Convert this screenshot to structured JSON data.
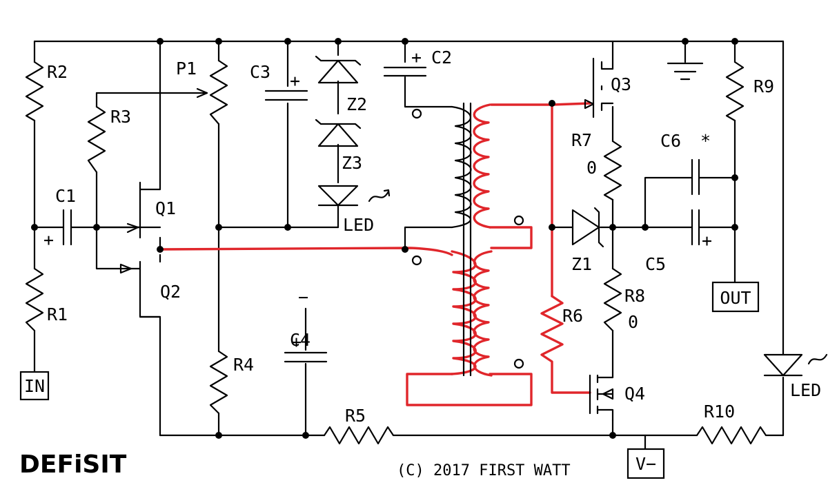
{
  "title": "DEFiSIT",
  "copyright": "(C) 2017 FIRST WATT",
  "components": {
    "R1": "R1",
    "R2": "R2",
    "R3": "R3",
    "R4": "R4",
    "R5": "R5",
    "R6": "R6",
    "R7": "R7",
    "R7_val": "0",
    "R8": "R8",
    "R8_val": "0",
    "R9": "R9",
    "R10": "R10",
    "P1": "P1",
    "C1": "C1",
    "C2": "C2",
    "C3": "C3",
    "C4": "C4",
    "C5": "C5",
    "C6": "C6",
    "C6_mark": "*",
    "Z1": "Z1",
    "Z2": "Z2",
    "Z3": "Z3",
    "Q1": "Q1",
    "Q2": "Q2",
    "Q3": "Q3",
    "Q4": "Q4",
    "LED1": "LED",
    "LED2": "LED"
  },
  "terminals": {
    "in": "IN",
    "out": "OUT",
    "vneg": "V−"
  },
  "polarity": {
    "plus": "+",
    "minus": "−"
  },
  "colors": {
    "wire": "#000000",
    "highlight": "#e0262b"
  }
}
